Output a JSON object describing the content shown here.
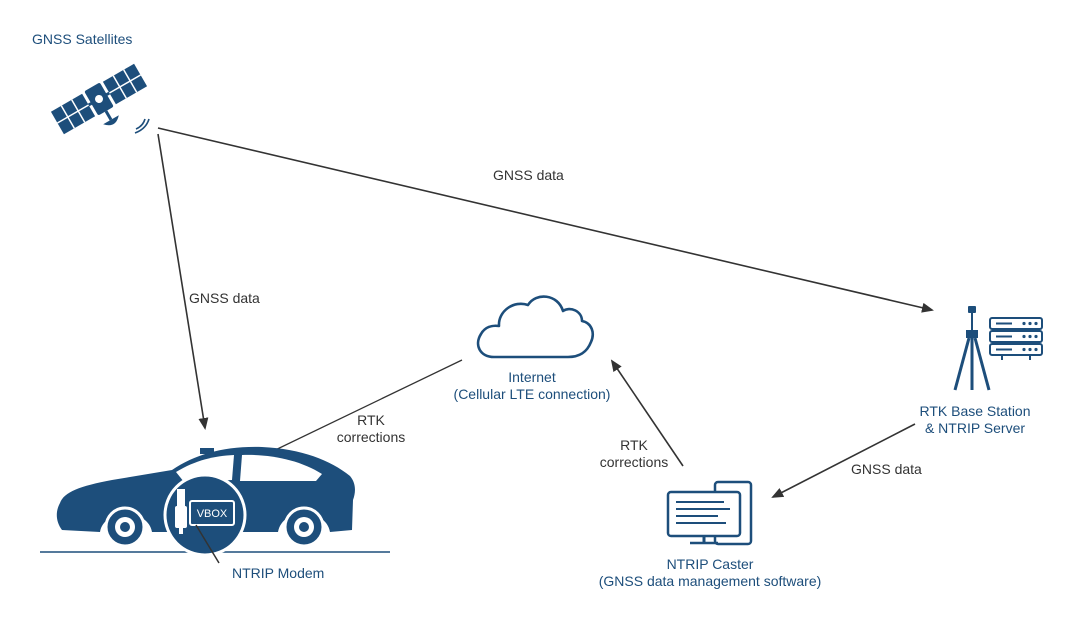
{
  "colors": {
    "node": "#1d4e7b",
    "arrow": "#333333",
    "ground": "#1d4e7b",
    "background": "#ffffff"
  },
  "nodes": {
    "satellite": {
      "label": "GNSS Satellites",
      "icon": "satellite-icon"
    },
    "internet": {
      "label_line1": "Internet",
      "label_line2": "(Cellular LTE connection)",
      "icon": "cloud-icon"
    },
    "base_station": {
      "label_line1": "RTK Base Station",
      "label_line2": "& NTRIP Server",
      "icon": "tripod-antenna-server-icon"
    },
    "caster": {
      "label_line1": "NTRIP Caster",
      "label_line2": "(GNSS data management software)",
      "icon": "computer-monitor-icon"
    },
    "vehicle": {
      "modem_label": "NTRIP Modem",
      "vbox_label": "VBOX",
      "icon": "car-icon"
    }
  },
  "edges": {
    "sat_to_base": {
      "label": "GNSS data"
    },
    "sat_to_car": {
      "label": "GNSS data"
    },
    "base_to_caster": {
      "label": "GNSS data"
    },
    "caster_to_internet": {
      "label_line1": "RTK",
      "label_line2": "corrections"
    },
    "internet_to_car": {
      "label_line1": "RTK",
      "label_line2": "corrections"
    }
  }
}
